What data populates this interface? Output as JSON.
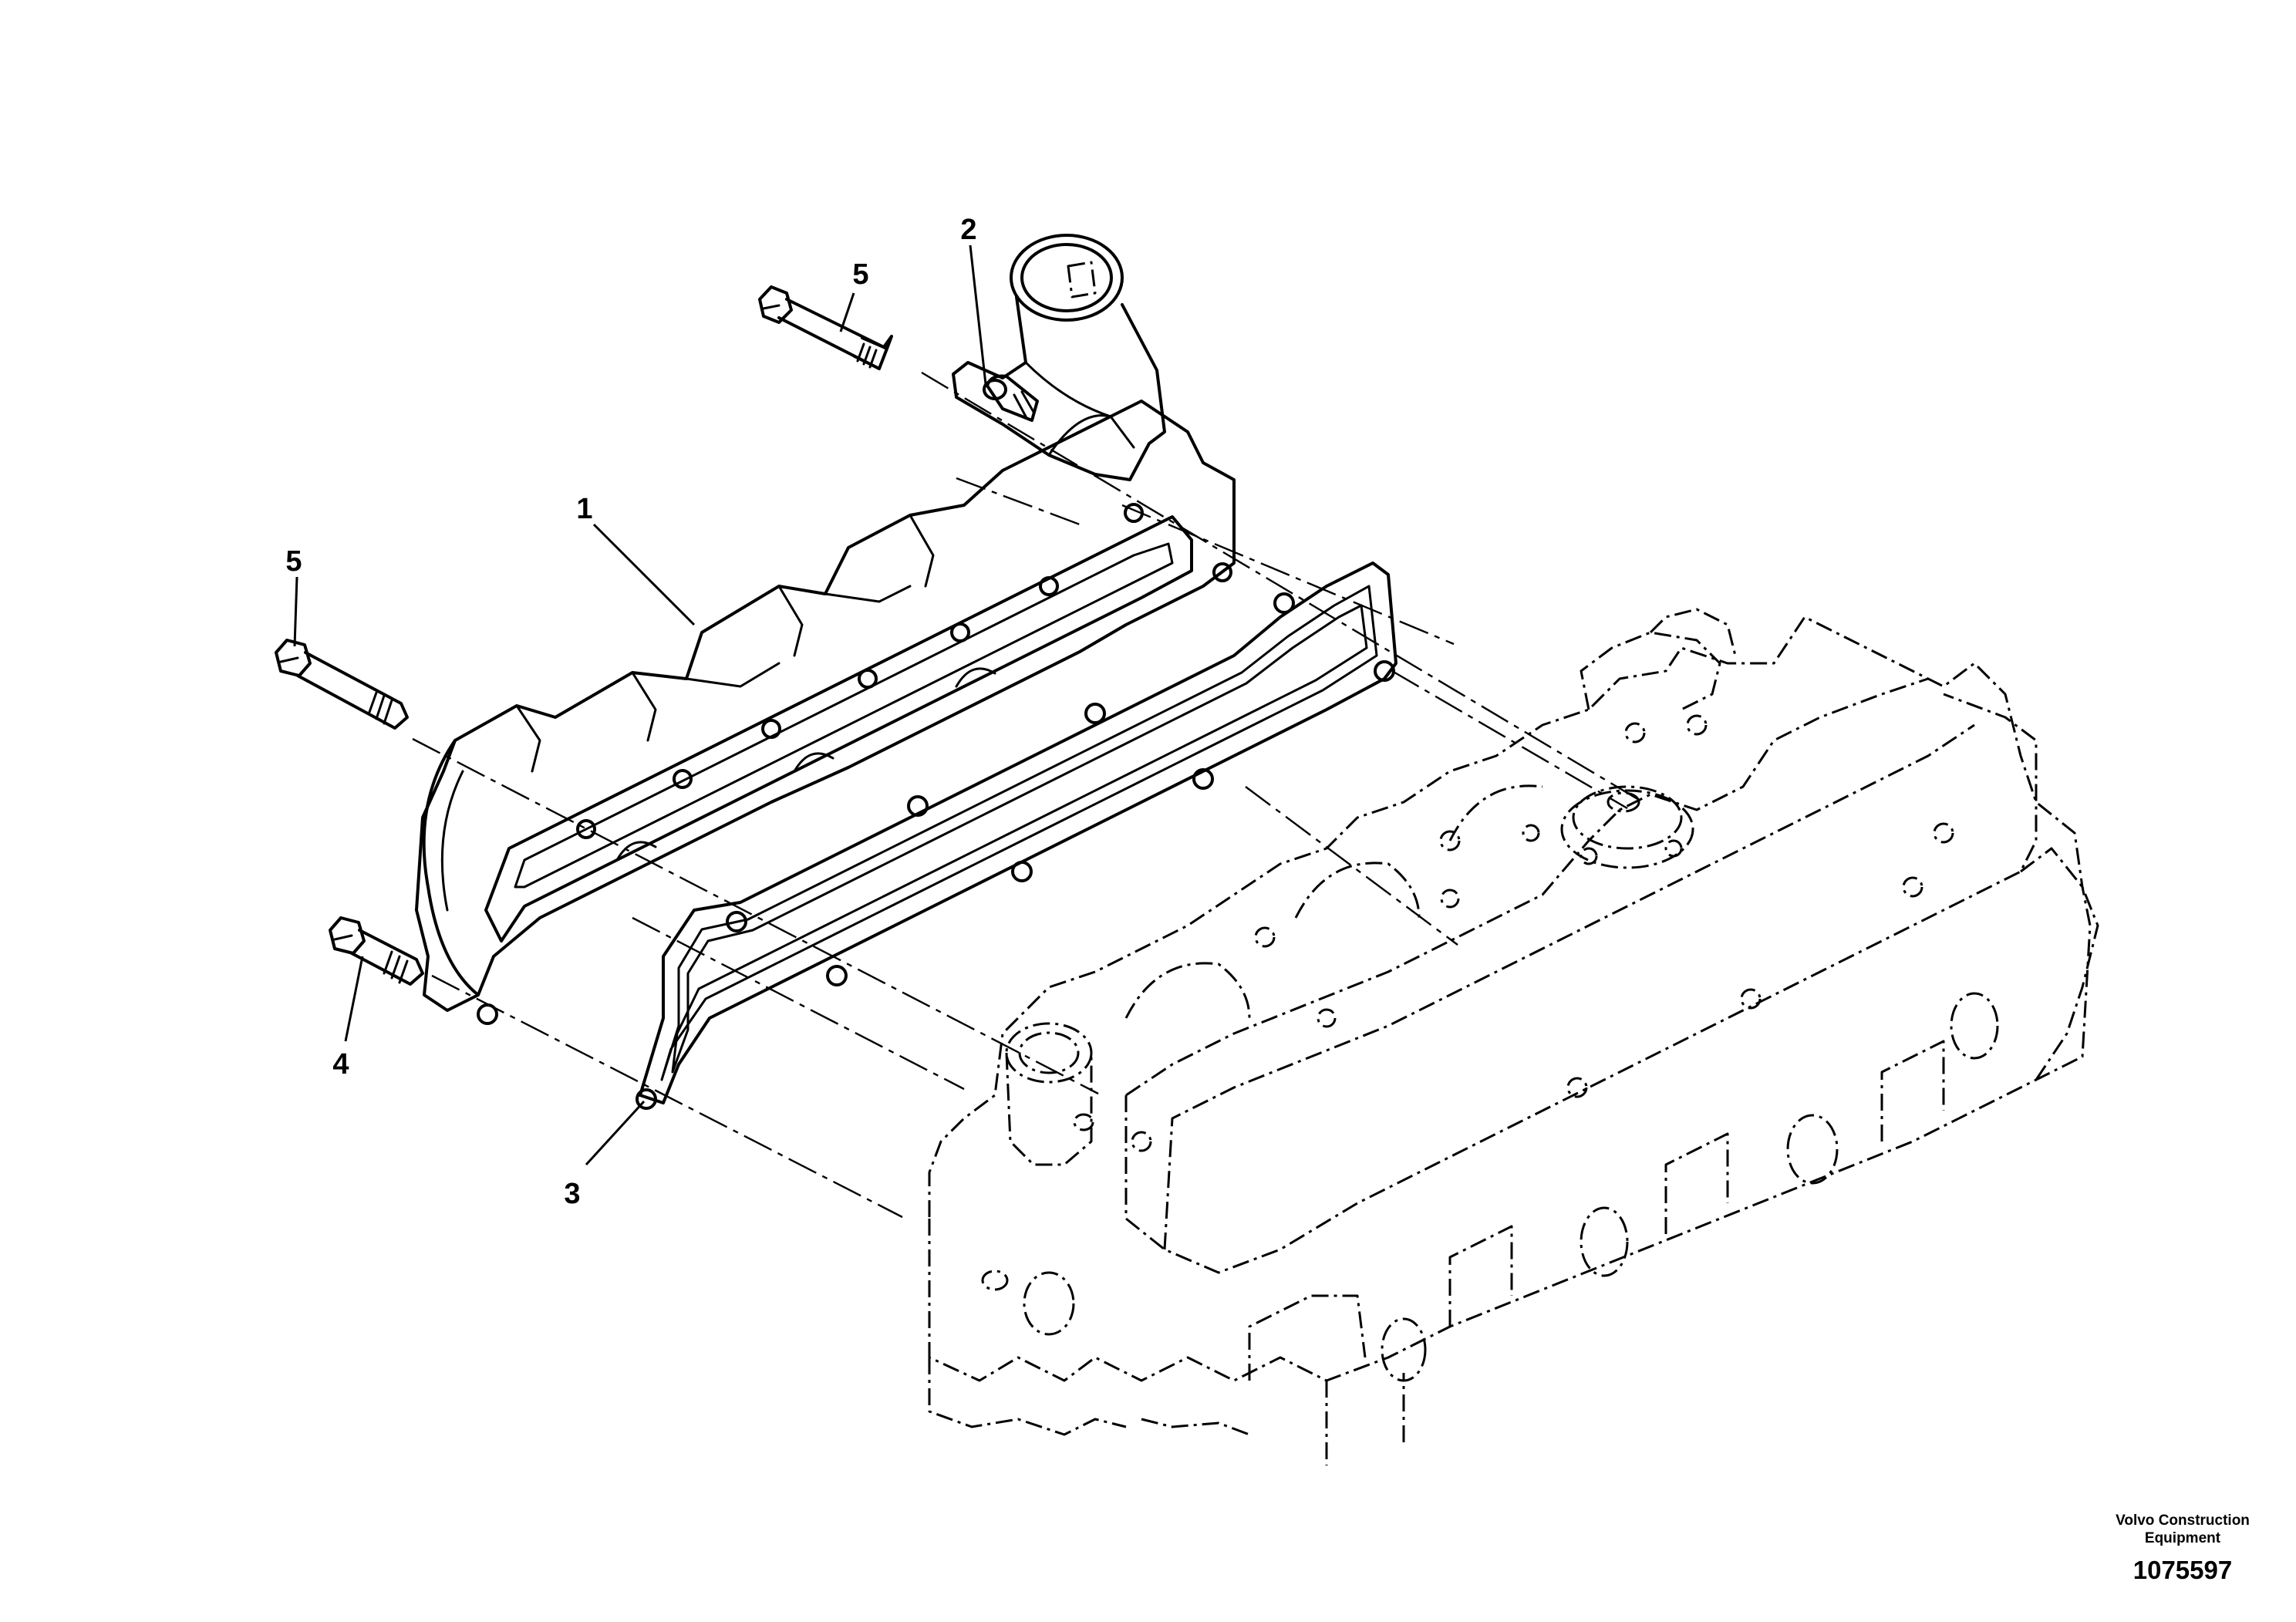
{
  "diagram": {
    "callouts": [
      {
        "id": "1",
        "label": "1"
      },
      {
        "id": "2",
        "label": "2"
      },
      {
        "id": "3",
        "label": "3"
      },
      {
        "id": "4",
        "label": "4"
      },
      {
        "id": "5a",
        "label": "5"
      },
      {
        "id": "5b",
        "label": "5"
      }
    ]
  },
  "footer": {
    "brand_line1": "Volvo Construction",
    "brand_line2": "Equipment",
    "drawing_number": "1075597"
  }
}
